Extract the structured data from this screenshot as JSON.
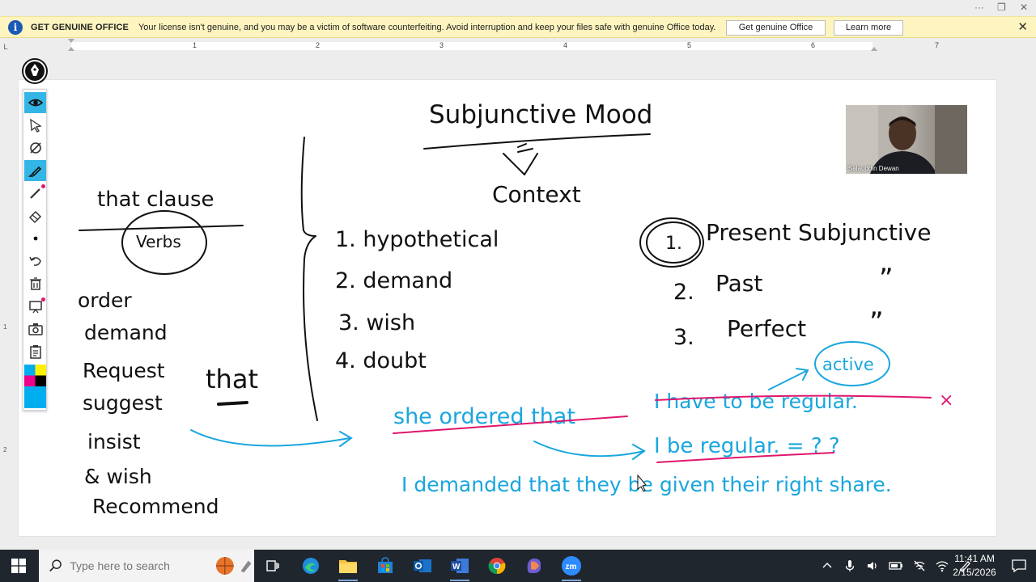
{
  "window": {
    "more_icon": "more-options-icon",
    "restore_icon": "restore-icon"
  },
  "banner": {
    "title": "GET GENUINE OFFICE",
    "message": "Your license isn't genuine, and you may be a victim of software counterfeiting. Avoid interruption and keep your files safe with genuine Office today.",
    "btn_genuine": "Get genuine Office",
    "btn_learn": "Learn more",
    "close": "✕"
  },
  "ruler": {
    "corner": "L",
    "numbers": [
      "1",
      "2",
      "3",
      "4",
      "5",
      "6",
      "7"
    ],
    "vnumbers": [
      "1",
      "2"
    ]
  },
  "toolbar": {
    "tools": [
      "eye-icon",
      "select-arrow-icon",
      "laser-pointer-icon",
      "highlighter-icon",
      "pen-icon",
      "eraser-icon",
      "dot-size-icon",
      "undo-icon",
      "trash-icon",
      "whiteboard-icon",
      "camera-icon",
      "clipboard-icon"
    ],
    "swatch_colors": [
      "#00aeef",
      "#ec008c",
      "#fff200",
      "#000000"
    ]
  },
  "ink": {
    "title": "Subjunctive Mood",
    "context": "Context",
    "that_clause": "that clause",
    "verbs": "Verbs",
    "verb_list": [
      "order",
      "demand",
      "Request",
      "suggest",
      "insist",
      "& wish",
      "Recommend"
    ],
    "that_word": "that",
    "uses": [
      "1.  hypothetical",
      "2.  demand",
      "3.  wish",
      "4.  doubt"
    ],
    "types": [
      {
        "num": "1.",
        "label": "Present   Subjunctive"
      },
      {
        "num": "2.",
        "label": "Past"
      },
      {
        "num": "3.",
        "label": "Perfect"
      }
    ],
    "ditto": "”",
    "active": "active",
    "sentence1": "she ordered that",
    "strikethrough": "I have to be regular.",
    "cross": "×",
    "sentence2": "I  be  regular. = ? ?",
    "sentence3": "I   demanded   that   they  be  given  their  right share.",
    "colors": {
      "ink_black": "#111111",
      "ink_blue": "#1aa6de",
      "ink_pink": "#e0166c"
    }
  },
  "webcam": {
    "name": "Salauddin Dewan"
  },
  "taskbar": {
    "search_placeholder": "Type here to search",
    "apps": [
      "task-view-icon",
      "edge-icon",
      "file-explorer-icon",
      "store-icon",
      "outlook-icon",
      "word-icon",
      "chrome-icon",
      "copilot-icon",
      "zoom-icon"
    ],
    "zoom_label": "zm",
    "word_label": "W",
    "time": "11:41 AM",
    "date": "2/15/2026"
  }
}
